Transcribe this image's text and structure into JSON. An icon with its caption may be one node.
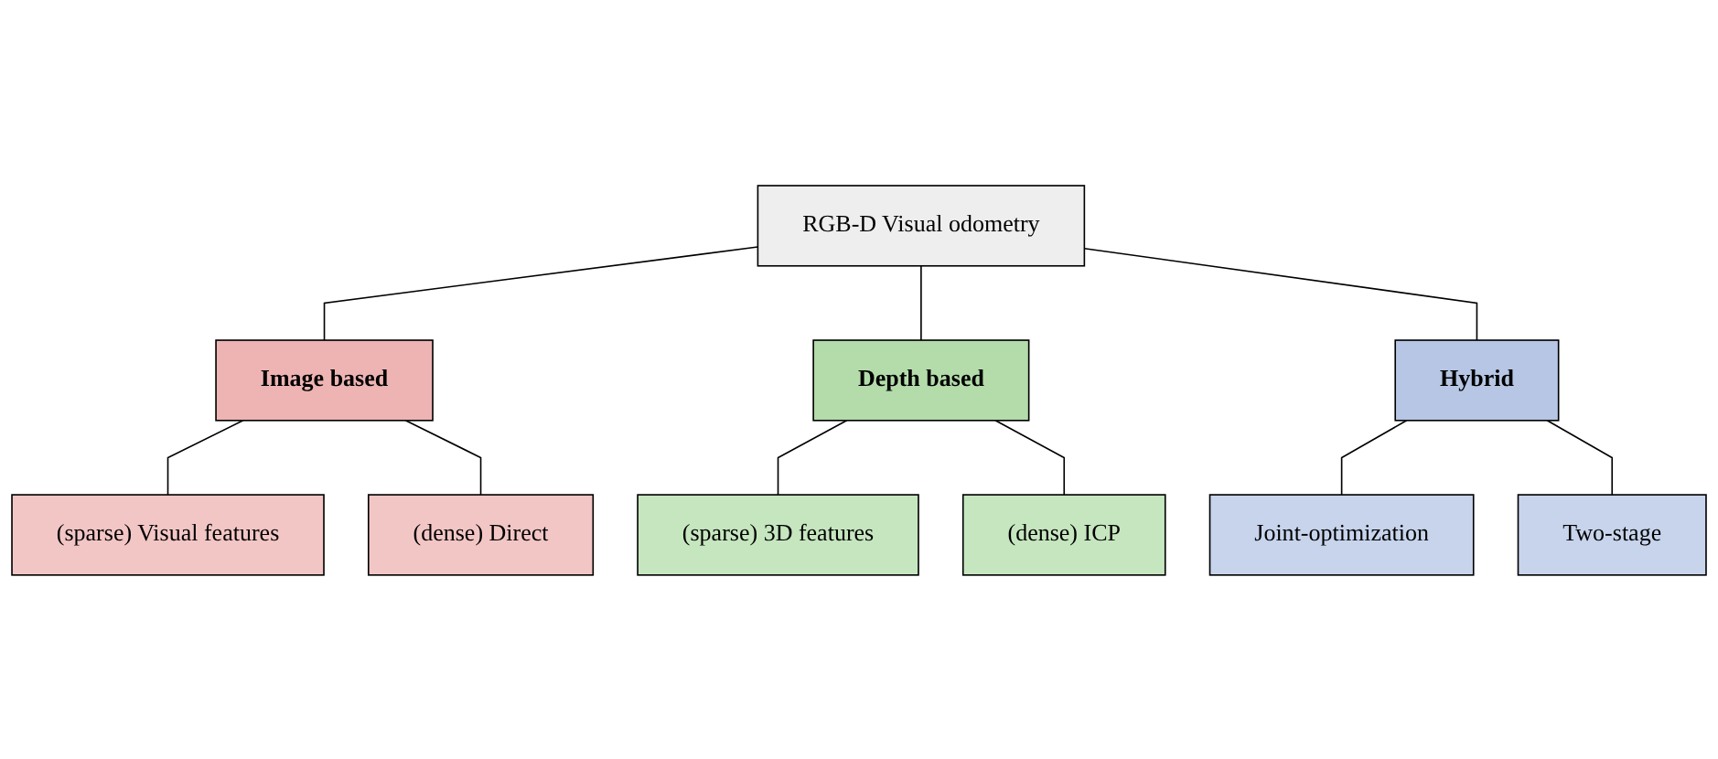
{
  "diagram": {
    "nodes": [
      {
        "text": [
          "RGB-D Visual odometry"
        ]
      },
      {
        "text": [
          "Image based"
        ]
      },
      {
        "text": [
          "Depth based"
        ]
      },
      {
        "text": [
          "Hybrid"
        ]
      },
      {
        "text": [
          "(sparse) Visual features"
        ]
      },
      {
        "text": [
          "(dense) Direct"
        ]
      },
      {
        "text": [
          "(sparse) 3D features"
        ]
      },
      {
        "text": [
          "(dense) ICP"
        ]
      },
      {
        "text": [
          "Joint-optimization"
        ]
      },
      {
        "text": [
          "Two-stage"
        ]
      }
    ],
    "edges": [
      {
        "from": 0,
        "to": 1,
        "arrow": "none"
      },
      {
        "from": 0,
        "to": 2,
        "arrow": "none"
      },
      {
        "from": 0,
        "to": 3,
        "arrow": "none"
      },
      {
        "from": 1,
        "to": 4,
        "arrow": "none"
      },
      {
        "from": 1,
        "to": 5,
        "arrow": "none"
      },
      {
        "from": 2,
        "to": 6,
        "arrow": "none"
      },
      {
        "from": 2,
        "to": 7,
        "arrow": "none"
      },
      {
        "from": 3,
        "to": 8,
        "arrow": "none"
      },
      {
        "from": 3,
        "to": 9,
        "arrow": "none"
      }
    ]
  }
}
